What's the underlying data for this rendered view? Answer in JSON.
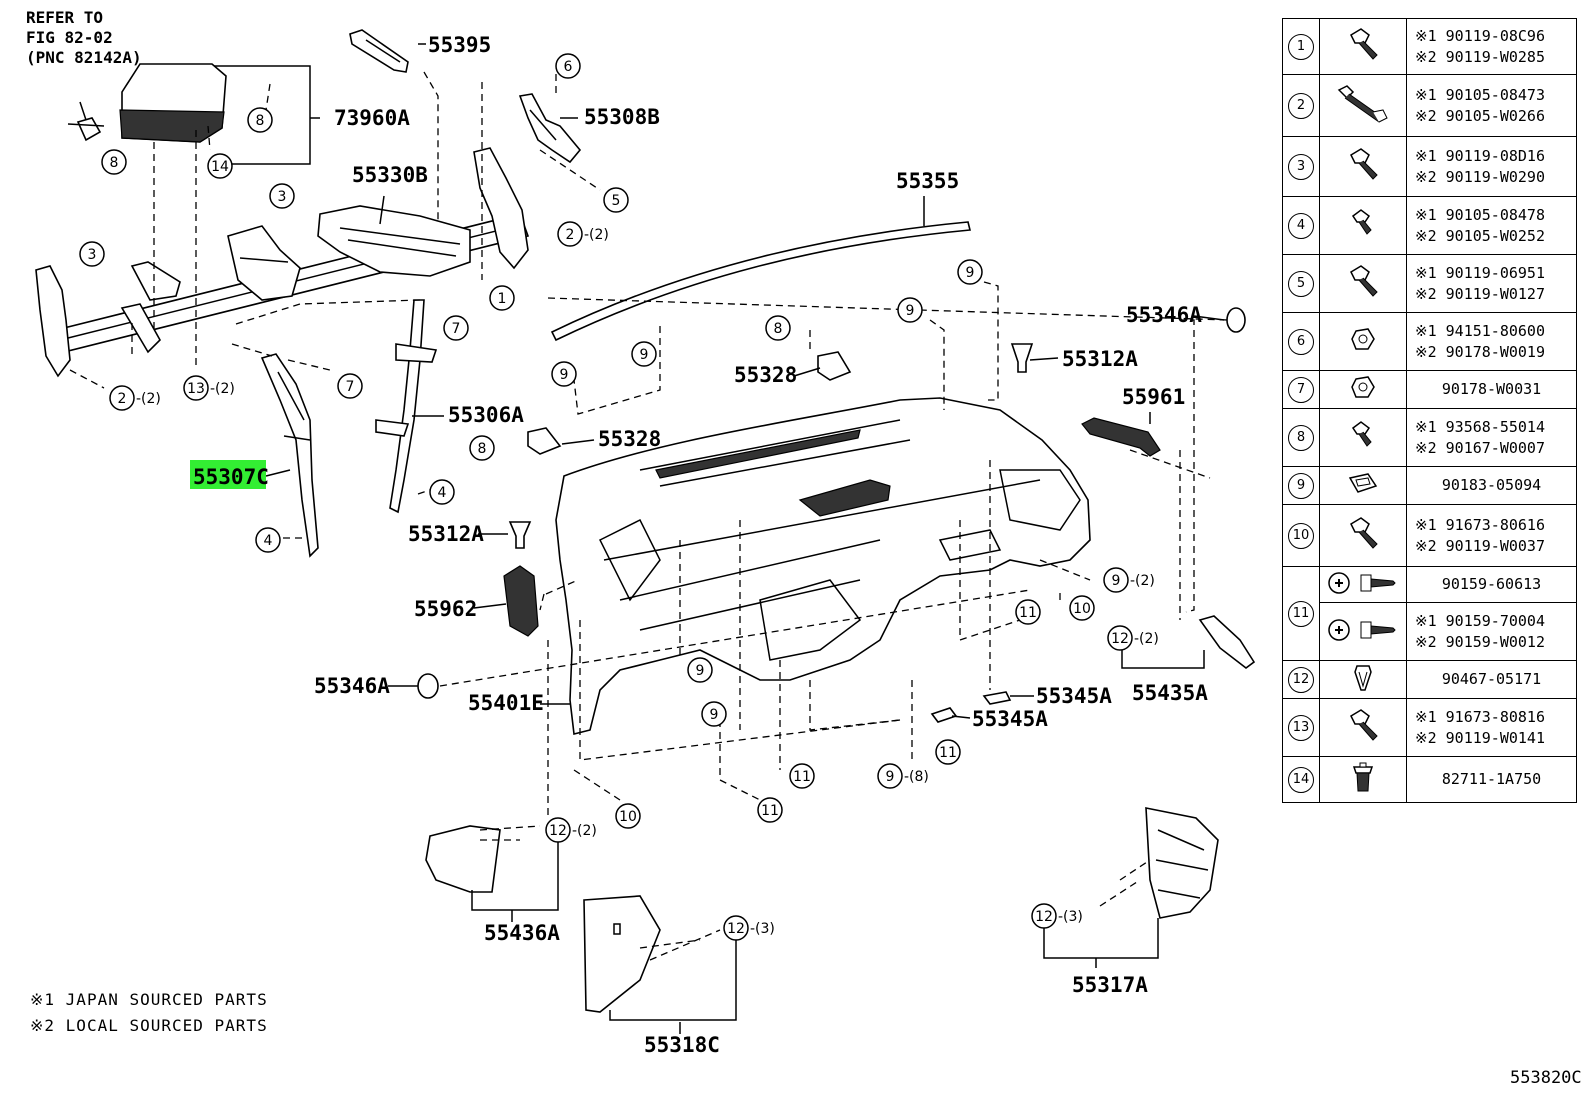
{
  "ref_note": [
    "REFER TO",
    "FIG 82-02",
    "(PNC 82142A)"
  ],
  "figure_code": "553820C",
  "footnotes": [
    "※1 JAPAN SOURCED PARTS",
    "※2 LOCAL SOURCED PARTS"
  ],
  "highlight_color": "#33ee33",
  "callouts": {
    "p55395": "55395",
    "p73960A": "73960A",
    "p55308B": "55308B",
    "p55330B": "55330B",
    "p55355": "55355",
    "p55307C": "55307C",
    "p55306A": "55306A",
    "p55346A_top": "55346A",
    "p55312A_top": "55312A",
    "p55328_top": "55328",
    "p55328_mid": "55328",
    "p55961": "55961",
    "p55312A_left": "55312A",
    "p55962": "55962",
    "p55346A_left": "55346A",
    "p55401E": "55401E",
    "p55345A_a": "55345A",
    "p55345A_b": "55345A",
    "p55435A": "55435A",
    "p55436A": "55436A",
    "p55318C": "55318C",
    "p55317A": "55317A"
  },
  "markers": [
    {
      "n": "6",
      "q": ""
    },
    {
      "n": "8",
      "q": ""
    },
    {
      "n": "8",
      "q": ""
    },
    {
      "n": "14",
      "q": ""
    },
    {
      "n": "3",
      "q": ""
    },
    {
      "n": "5",
      "q": ""
    },
    {
      "n": "2",
      "q": "-(2)"
    },
    {
      "n": "3",
      "q": ""
    },
    {
      "n": "1",
      "q": ""
    },
    {
      "n": "7",
      "q": ""
    },
    {
      "n": "2",
      "q": "-(2)"
    },
    {
      "n": "13",
      "q": "-(2)"
    },
    {
      "n": "7",
      "q": ""
    },
    {
      "n": "4",
      "q": ""
    },
    {
      "n": "4",
      "q": ""
    },
    {
      "n": "9",
      "q": ""
    },
    {
      "n": "9",
      "q": ""
    },
    {
      "n": "8",
      "q": ""
    },
    {
      "n": "9",
      "q": ""
    },
    {
      "n": "9",
      "q": ""
    },
    {
      "n": "8",
      "q": ""
    },
    {
      "n": "9",
      "q": "-(2)"
    },
    {
      "n": "10",
      "q": ""
    },
    {
      "n": "11",
      "q": ""
    },
    {
      "n": "12",
      "q": "-(2)"
    },
    {
      "n": "9",
      "q": ""
    },
    {
      "n": "9",
      "q": ""
    },
    {
      "n": "11",
      "q": ""
    },
    {
      "n": "9",
      "q": "-(8)"
    },
    {
      "n": "11",
      "q": ""
    },
    {
      "n": "11",
      "q": ""
    },
    {
      "n": "10",
      "q": ""
    },
    {
      "n": "12",
      "q": "-(2)"
    },
    {
      "n": "12",
      "q": "-(3)"
    },
    {
      "n": "12",
      "q": "-(3)"
    }
  ],
  "fastener_table": [
    {
      "idx": "1",
      "icon": "bolt-flange-icon",
      "lines": [
        "※1 90119-08C96",
        "※2 90119-W0285"
      ]
    },
    {
      "idx": "2",
      "icon": "long-bolt-icon",
      "lines": [
        "※1 90105-08473",
        "※2 90105-W0266"
      ]
    },
    {
      "idx": "3",
      "icon": "bolt-flange-icon",
      "lines": [
        "※1 90119-08D16",
        "※2 90119-W0290"
      ]
    },
    {
      "idx": "4",
      "icon": "bolt-short-icon",
      "lines": [
        "※1 90105-08478",
        "※2 90105-W0252"
      ]
    },
    {
      "idx": "5",
      "icon": "bolt-flange-icon",
      "lines": [
        "※1 90119-06951",
        "※2 90119-W0127"
      ]
    },
    {
      "idx": "6",
      "icon": "hex-nut-icon",
      "lines": [
        "※1 94151-80600",
        "※2 90178-W0019"
      ]
    },
    {
      "idx": "7",
      "icon": "hex-nut-icon",
      "lines": [
        "90178-W0031"
      ]
    },
    {
      "idx": "8",
      "icon": "bolt-short-icon",
      "lines": [
        "※1 93568-55014",
        "※2 90167-W0007"
      ]
    },
    {
      "idx": "9",
      "icon": "clip-nut-icon",
      "lines": [
        "90183-05094"
      ]
    },
    {
      "idx": "10",
      "icon": "bolt-flange-icon",
      "lines": [
        "※1 91673-80616",
        "※2 90119-W0037"
      ]
    },
    {
      "idx": "11a",
      "icon": "phillips-screw-icon",
      "lines": [
        "90159-60613"
      ]
    },
    {
      "idx": "11b",
      "icon": "phillips-screw-icon",
      "lines": [
        "※1 90159-70004",
        "※2 90159-W0012"
      ]
    },
    {
      "idx": "12",
      "icon": "push-clip-icon",
      "lines": [
        "90467-05171"
      ]
    },
    {
      "idx": "13",
      "icon": "bolt-flange-icon",
      "lines": [
        "※1 91673-80816",
        "※2 90119-W0141"
      ]
    },
    {
      "idx": "14",
      "icon": "rivet-clip-icon",
      "lines": [
        "82711-1A750"
      ]
    }
  ],
  "table_index_labels": [
    "1",
    "2",
    "3",
    "4",
    "5",
    "6",
    "7",
    "8",
    "9",
    "10",
    "11",
    "12",
    "13",
    "14"
  ]
}
